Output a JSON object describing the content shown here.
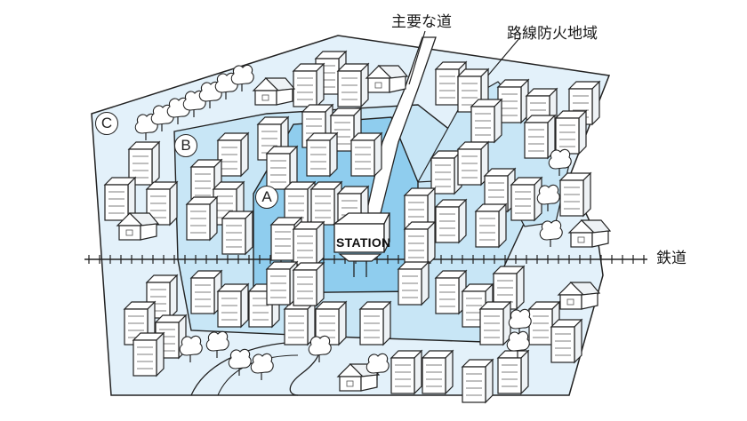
{
  "labels": {
    "main_road": "主要な道",
    "fire_zone": "路線防火地域",
    "railway": "鉄道",
    "station": "STATION"
  },
  "zones": [
    {
      "id": "A",
      "label": "A"
    },
    {
      "id": "B",
      "label": "B"
    },
    {
      "id": "C",
      "label": "C"
    }
  ],
  "colors": {
    "outer_zone": "#e3f1fa",
    "middle_zone": "#c8e6f6",
    "inner_zone": "#8fcdee",
    "outline": "#222222",
    "building_fill": "#ffffff"
  }
}
